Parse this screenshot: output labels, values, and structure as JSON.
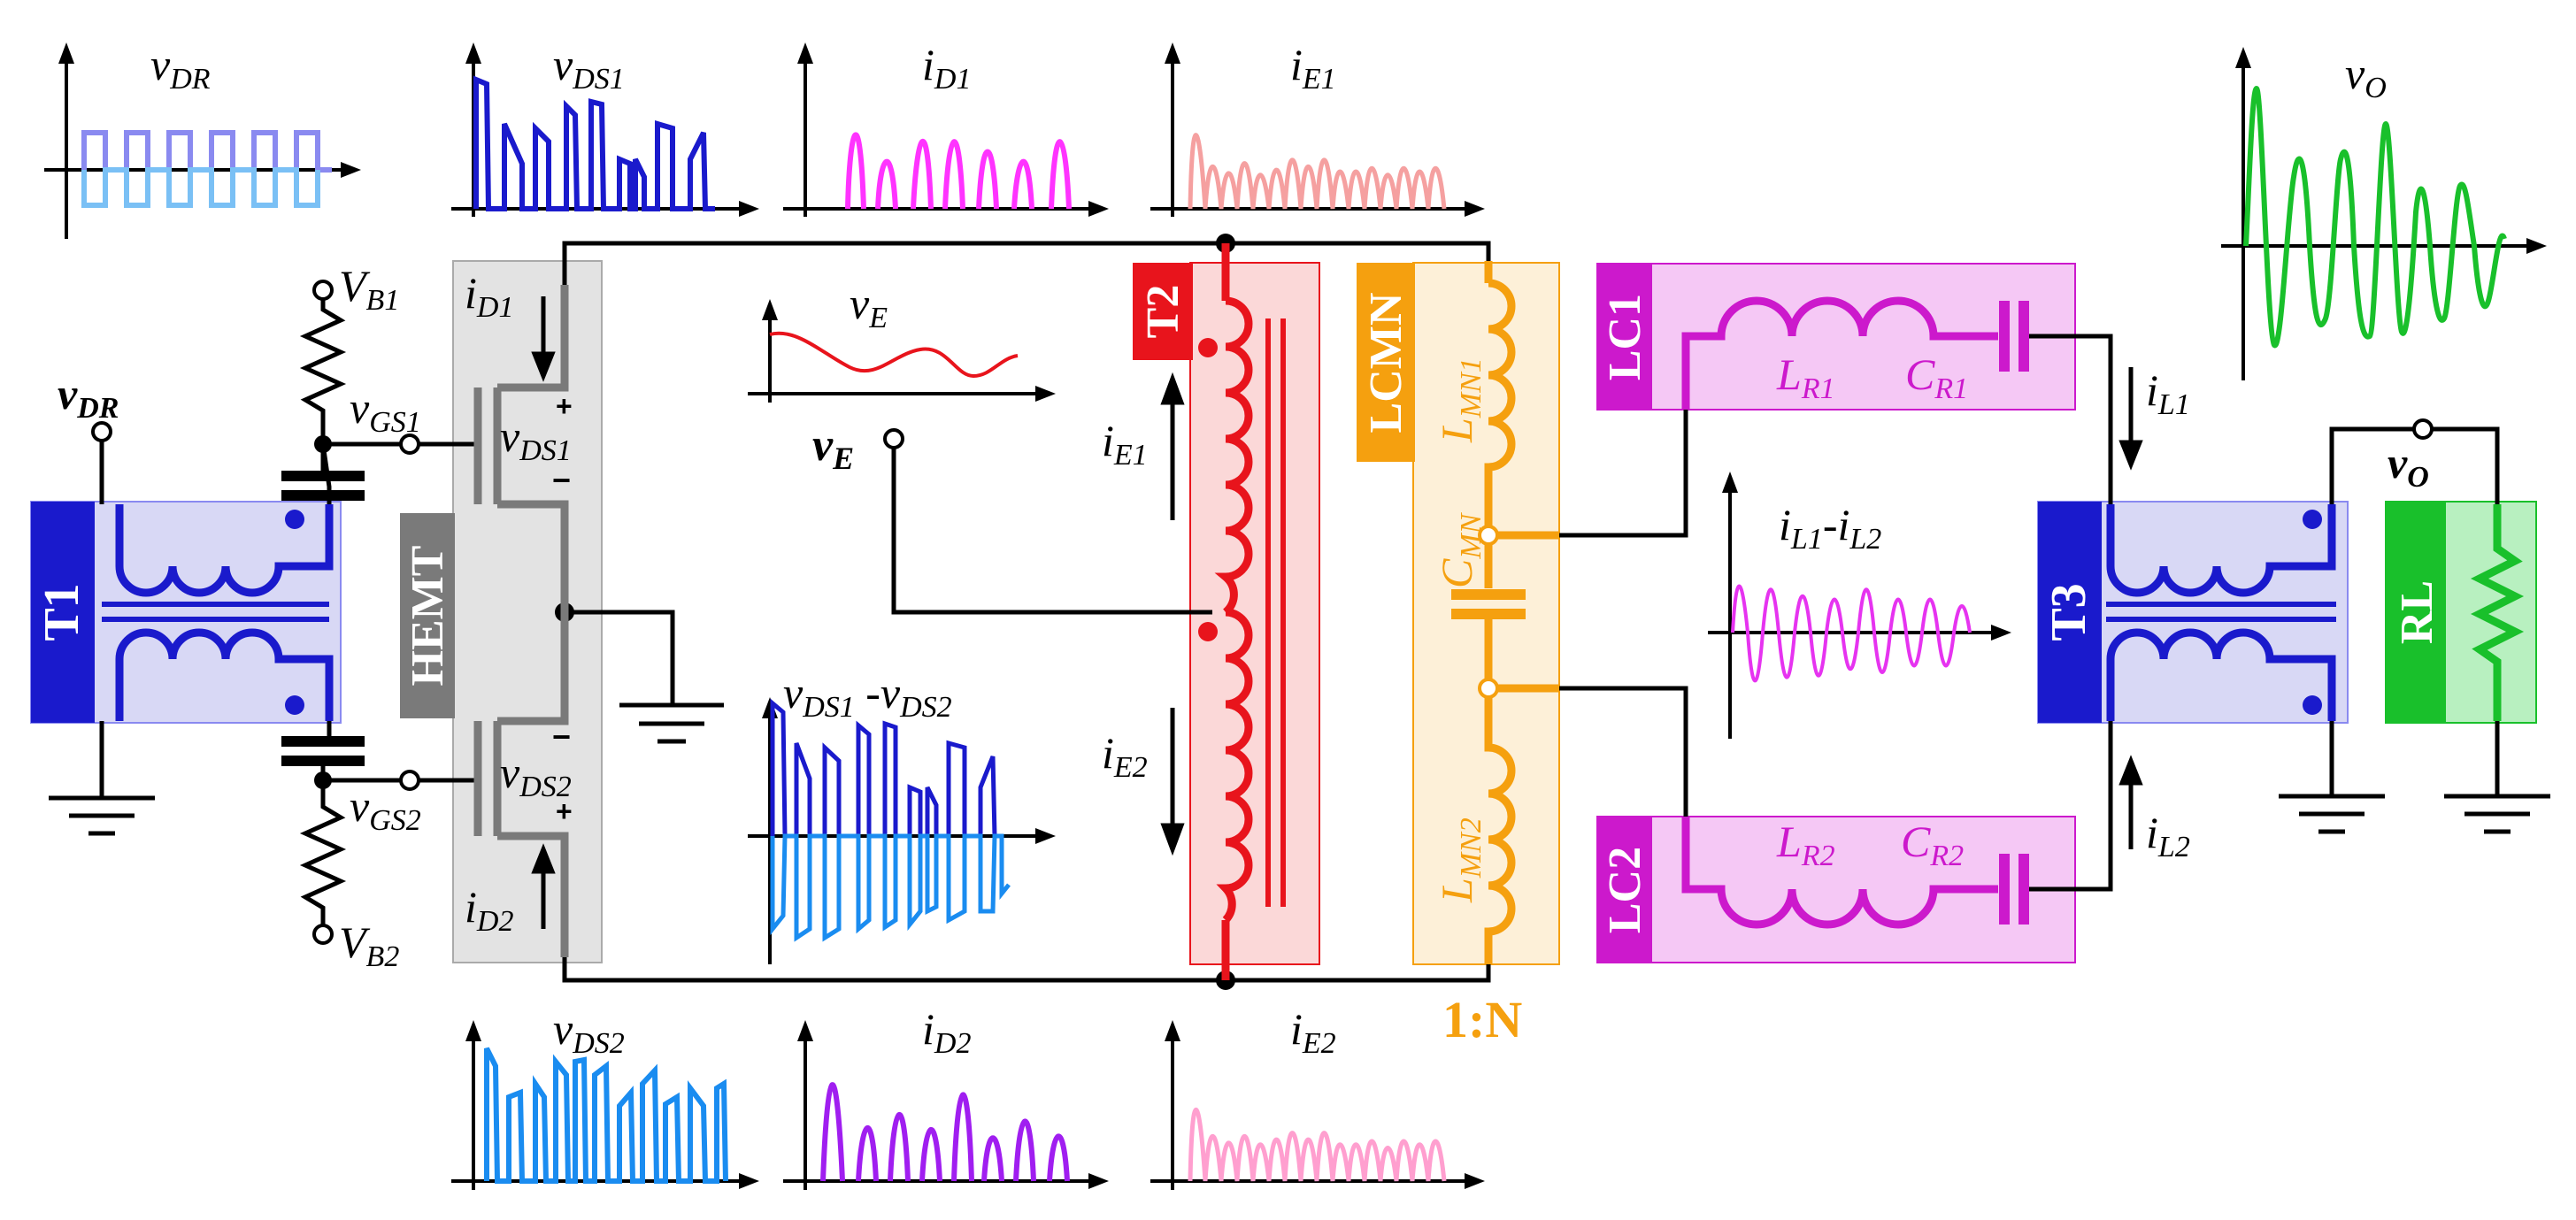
{
  "blocks": {
    "t1": "T1",
    "hemt": "HEMT",
    "t2": "T2",
    "lcmn": "LCMN",
    "lc1": "LC1",
    "lc2": "LC2",
    "t3": "T3",
    "rl": "RL",
    "ratio": "1:N"
  },
  "labels": {
    "v_dr_node": [
      "v",
      "DR"
    ],
    "v_b1": [
      "V",
      "B1"
    ],
    "v_b2": [
      "V",
      "B2"
    ],
    "v_gs1": [
      "v",
      "GS1"
    ],
    "v_gs2": [
      "v",
      "GS2"
    ],
    "i_d1": [
      "i",
      "D1"
    ],
    "i_d2": [
      "i",
      "D2"
    ],
    "v_ds1": [
      "v",
      "DS1"
    ],
    "v_ds2": [
      "v",
      "DS2"
    ],
    "v_e_node": [
      "v",
      "E"
    ],
    "i_e1": [
      "i",
      "E1"
    ],
    "i_e2": [
      "i",
      "E2"
    ],
    "l_mn1": [
      "L",
      "MN1"
    ],
    "l_mn2": [
      "L",
      "MN2"
    ],
    "c_mn": [
      "C",
      "MN"
    ],
    "l_r1": [
      "L",
      "R1"
    ],
    "c_r1": [
      "C",
      "R1"
    ],
    "l_r2": [
      "L",
      "R2"
    ],
    "c_r2": [
      "C",
      "R2"
    ],
    "i_l1": [
      "i",
      "L1"
    ],
    "i_l2": [
      "i",
      "L2"
    ],
    "v_o_node": [
      "v",
      "O"
    ],
    "plus": "+",
    "minus": "−"
  },
  "plots": {
    "v_dr": [
      "v",
      "DR"
    ],
    "v_ds1": [
      "v",
      "DS1"
    ],
    "i_d1": [
      "i",
      "D1"
    ],
    "i_e1": [
      "i",
      "E1"
    ],
    "v_o": [
      "v",
      "O"
    ],
    "v_e": [
      "v",
      "E"
    ],
    "i_l1_l2": [
      "i",
      "L1",
      "-i",
      "L2"
    ],
    "v_ds1_ds2": [
      "v",
      "DS1",
      " -v",
      "DS2"
    ],
    "v_ds2": [
      "v",
      "DS2"
    ],
    "i_d2": [
      "i",
      "D2"
    ],
    "i_e2": [
      "i",
      "E2"
    ]
  },
  "colors": {
    "t1": "#1a1acc",
    "hemt": "#7a7a7a",
    "t2": "#e8141c",
    "lcmn": "#f5a00f",
    "lc": "#cc19cc",
    "t3": "#1a1acc",
    "rl": "#19c02b",
    "vds1": "#1a1acc",
    "vds2": "#1a8cf0",
    "id1": "#ff33ff",
    "id2": "#a01ef0",
    "ie1": "#f5a0a0",
    "ie2": "#ff9fcf",
    "vo": "#19c02b",
    "il": "#e633f0",
    "ve": "#e8141c",
    "vdr_a": "#8a8af0",
    "vdr_b": "#7ac0f5"
  }
}
